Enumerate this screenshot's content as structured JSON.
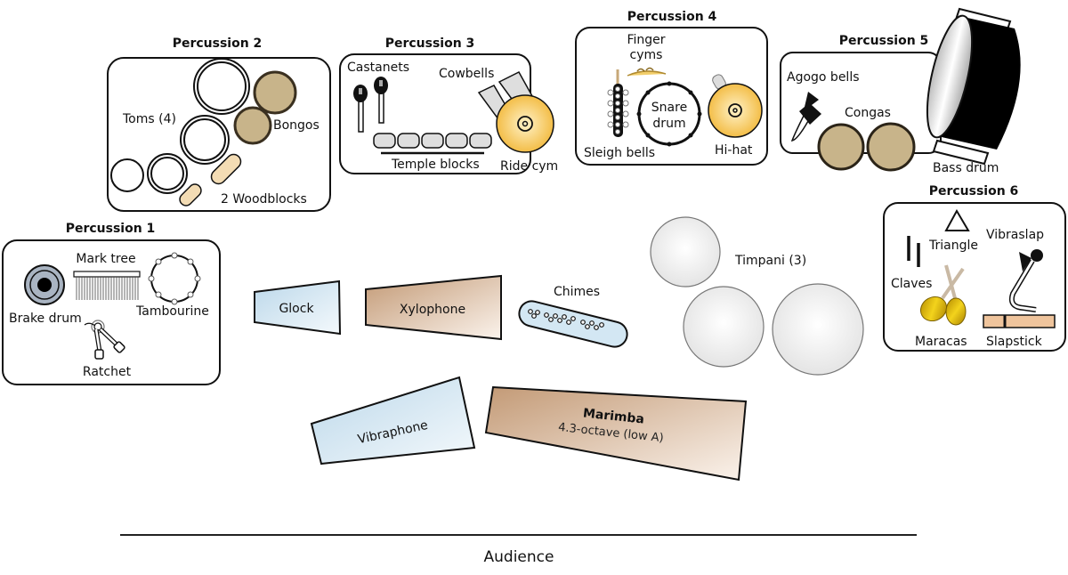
{
  "diagram": {
    "type": "percussion-section-layout",
    "audience_label": "Audience",
    "colors": {
      "outline": "#111111",
      "bongo_conga": "#c8b48a",
      "woodblock": "#f3dcb4",
      "cymbal": "#f6c54e",
      "cowbell_templeblock": "#dedede",
      "brake_drum": "#a9b4c2",
      "glock_vibes": "#c7dfee",
      "xylo_marimba": "#c9a07e",
      "timpani": "#ececec",
      "maracas": "#d4b010",
      "slapstick": "#efc49c",
      "bass_drum": "#000000"
    },
    "groups": [
      {
        "id": "p1",
        "title": "Percussion 1",
        "instruments": [
          "Mark tree",
          "Brake drum",
          "Tambourine",
          "Ratchet"
        ]
      },
      {
        "id": "p2",
        "title": "Percussion 2",
        "instruments": [
          "Toms (4)",
          "Bongos",
          "2 Woodblocks"
        ]
      },
      {
        "id": "p3",
        "title": "Percussion 3",
        "instruments": [
          "Castanets",
          "Cowbells",
          "Temple blocks",
          "Ride cym"
        ]
      },
      {
        "id": "p4",
        "title": "Percussion 4",
        "instruments": [
          "Finger cyms",
          "Snare drum",
          "Sleigh bells",
          "Hi-hat"
        ]
      },
      {
        "id": "p5",
        "title": "Percussion 5",
        "instruments": [
          "Agogo bells",
          "Congas",
          "Bass drum"
        ]
      },
      {
        "id": "p6",
        "title": "Percussion 6",
        "instruments": [
          "Triangle",
          "Vibraslap",
          "Claves",
          "Maracas",
          "Slapstick"
        ]
      }
    ],
    "labels": {
      "p1": {
        "title": "Percussion 1",
        "mark_tree": "Mark tree",
        "brake_drum": "Brake drum",
        "tambourine": "Tambourine",
        "ratchet": "Ratchet"
      },
      "p2": {
        "title": "Percussion 2",
        "toms": "Toms (4)",
        "bongos": "Bongos",
        "woodblocks": "2 Woodblocks"
      },
      "p3": {
        "title": "Percussion 3",
        "castanets": "Castanets",
        "cowbells": "Cowbells",
        "temple_blocks": "Temple blocks",
        "ride_cym": "Ride cym"
      },
      "p4": {
        "title": "Percussion 4",
        "finger_cyms_1": "Finger",
        "finger_cyms_2": "cyms",
        "snare_1": "Snare",
        "snare_2": "drum",
        "sleigh_bells": "Sleigh bells",
        "hi_hat": "Hi-hat"
      },
      "p5": {
        "title": "Percussion 5",
        "agogo": "Agogo bells",
        "congas": "Congas",
        "bass_drum": "Bass drum"
      },
      "p6": {
        "title": "Percussion 6",
        "triangle": "Triangle",
        "vibraslap": "Vibraslap",
        "claves": "Claves",
        "maracas": "Maracas",
        "slapstick": "Slapstick"
      },
      "mallets": {
        "glock": "Glock",
        "xylophone": "Xylophone",
        "chimes": "Chimes",
        "vibraphone": "Vibraphone",
        "marimba": "Marimba",
        "marimba_sub": "4.3-octave (low A)"
      },
      "timpani": "Timpani (3)"
    }
  }
}
